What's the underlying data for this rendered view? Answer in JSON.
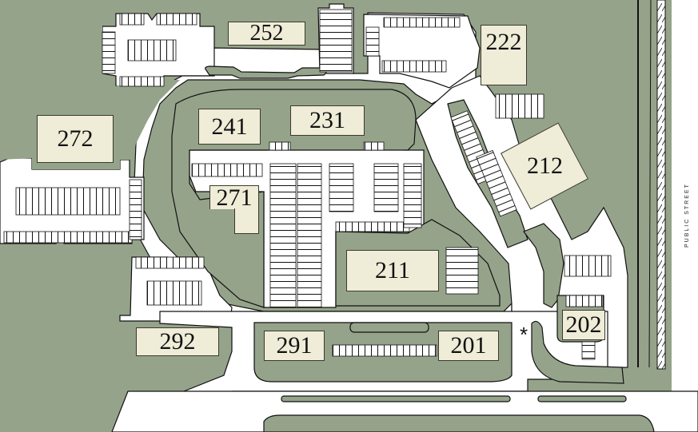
{
  "map": {
    "colors": {
      "grass": "#95a38a",
      "pavement": "#ffffff",
      "building": "#efecd7",
      "outline": "#1a1a1a"
    },
    "buildings": [
      {
        "id": "252",
        "label": "252"
      },
      {
        "id": "222",
        "label": "222"
      },
      {
        "id": "272",
        "label": "272"
      },
      {
        "id": "241",
        "label": "241"
      },
      {
        "id": "231",
        "label": "231"
      },
      {
        "id": "212",
        "label": "212"
      },
      {
        "id": "271",
        "label": "271"
      },
      {
        "id": "211",
        "label": "211"
      },
      {
        "id": "202",
        "label": "202"
      },
      {
        "id": "292",
        "label": "292"
      },
      {
        "id": "291",
        "label": "291"
      },
      {
        "id": "201",
        "label": "201"
      }
    ],
    "markers": {
      "asterisk": "*"
    },
    "road_label": "PUBLIC STREET"
  }
}
